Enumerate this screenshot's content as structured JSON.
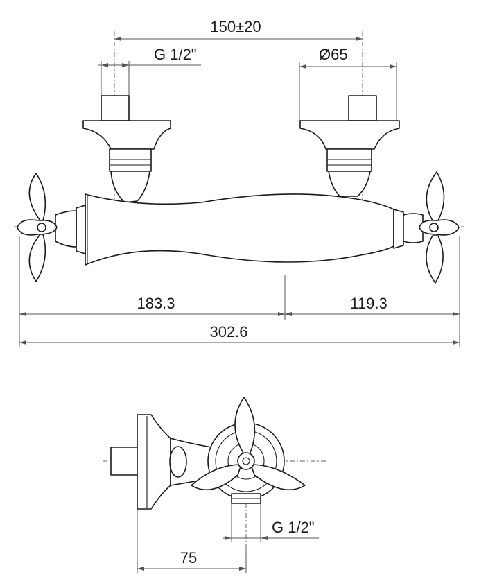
{
  "dimensions": {
    "center_distance": "150±20",
    "inlet_thread_top": "G 1/2\"",
    "flange_diameter": "Ø65",
    "left_length": "183.3",
    "right_length": "119.3",
    "total_length": "302.6",
    "side_depth": "75",
    "outlet_thread": "G 1/2\""
  }
}
